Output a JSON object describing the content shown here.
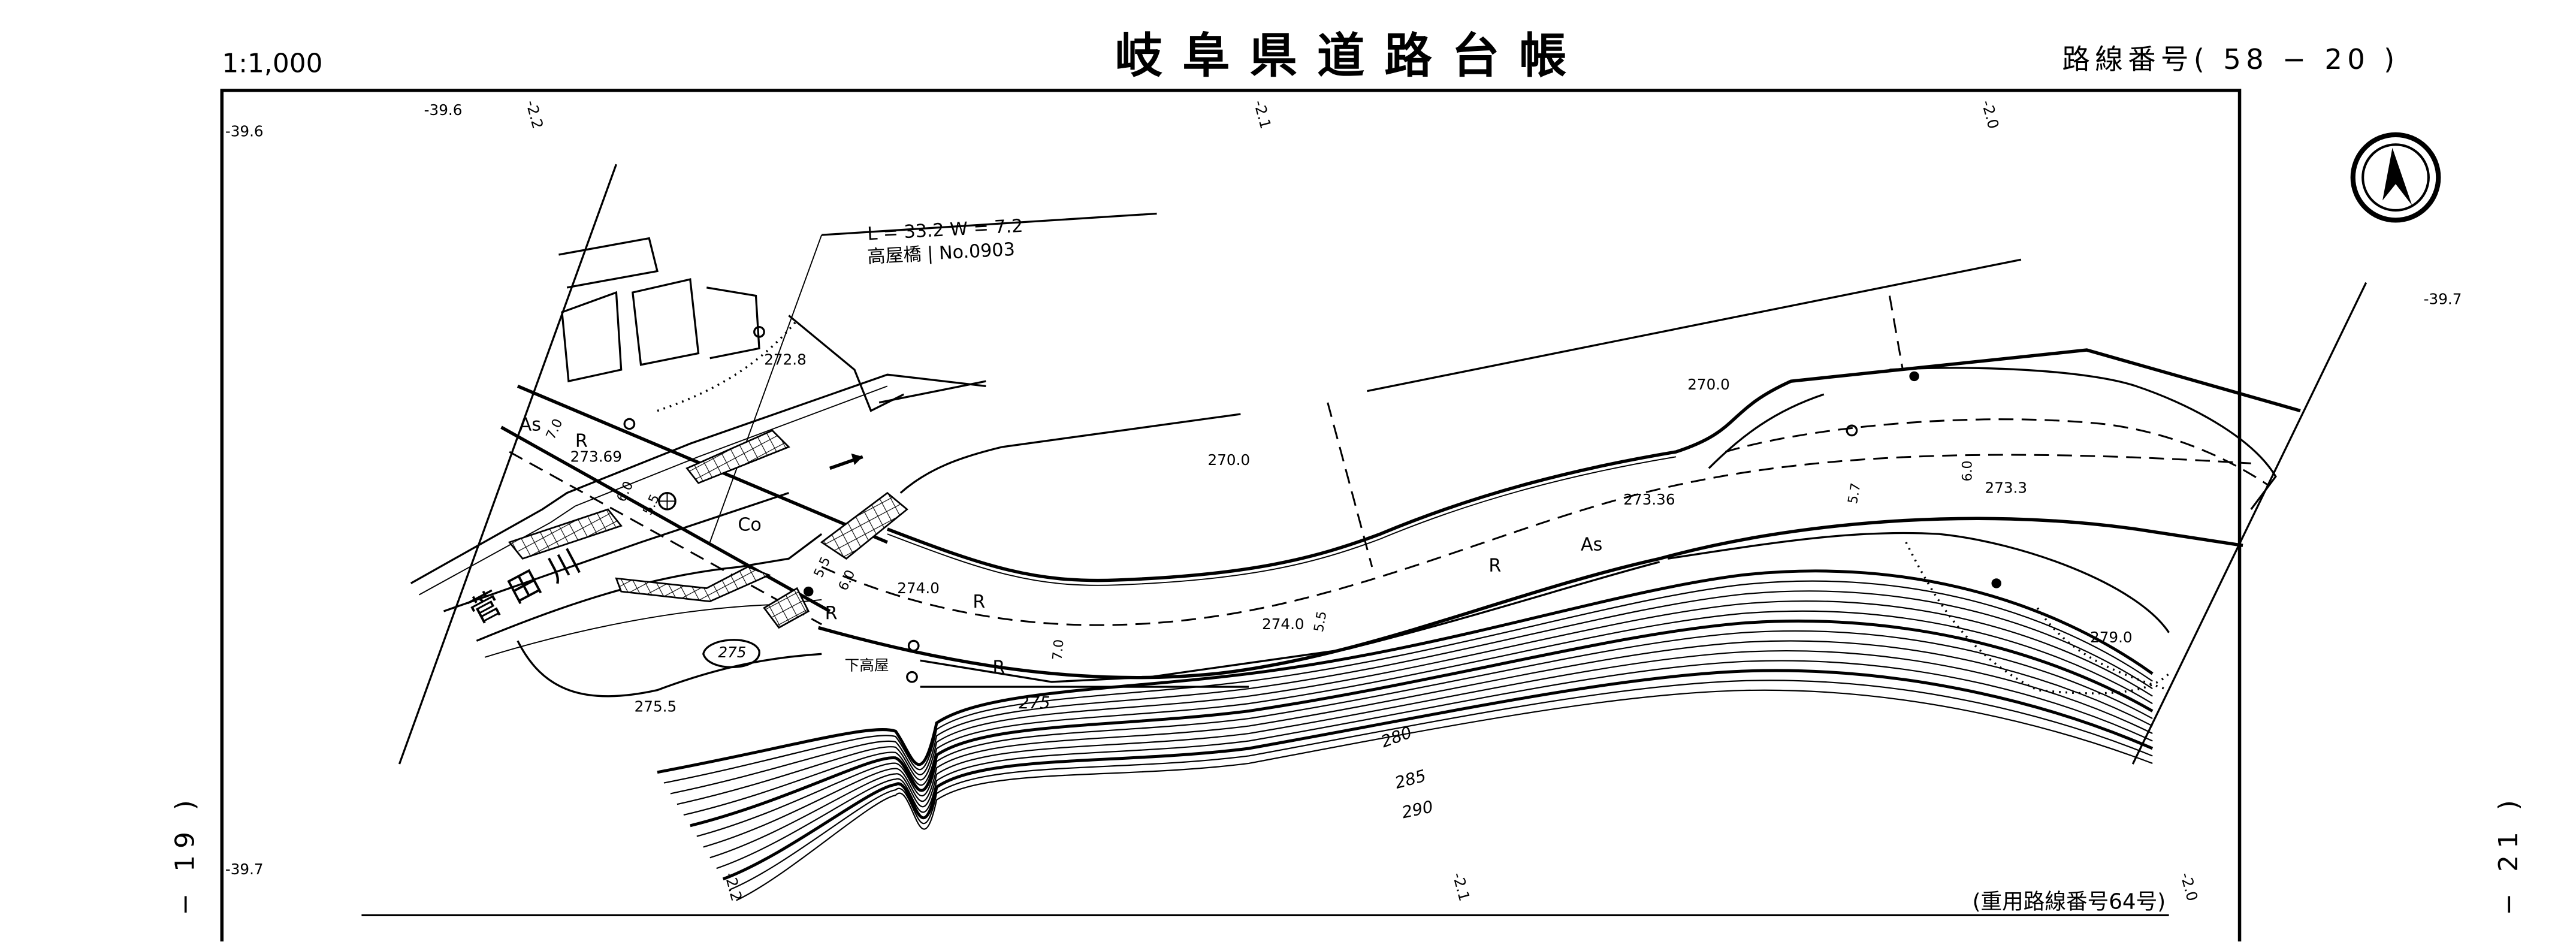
{
  "header": {
    "scale": "1:1,000",
    "title": "岐阜県道路台帳",
    "route_number": "路線番号( 58 − 20 )"
  },
  "footer": {
    "note": "(重用路線番号64号)"
  },
  "side_labels": {
    "left": "− 19 )",
    "right": "− 21 )"
  },
  "grid_labels": {
    "top_left_a": "-39.6",
    "top_left_b": "-39.6",
    "top_2_2": "-2.2",
    "top_2_1": "-2.1",
    "top_2_0": "-2.0",
    "right_39_7": "-39.7",
    "left_39_7": "-39.7",
    "bottom_2_2": "-2.2",
    "bottom_2_1": "-2.1",
    "bottom_2_0": "-2.0"
  },
  "bridge": {
    "dimensions": "L = 33.2   W = 7.2",
    "name": "高屋橋  |  No.0903"
  },
  "place_labels": {
    "river": "菅田川",
    "village": "下高屋"
  },
  "surface_labels": {
    "as_1": "As",
    "as_2": "As",
    "co": "Co",
    "r_1": "R",
    "r_2": "R",
    "r_3": "R",
    "r_4": "R",
    "r_5": "R"
  },
  "spot_heights": {
    "h1": "272.8",
    "h2": "270.0",
    "h3": "270.0",
    "h4": "273.69",
    "h5": "273.36",
    "h6": "273.3",
    "h7": "279.0",
    "h8": "274.0",
    "h9": "274.0",
    "h10": "275.5",
    "h11": "275"
  },
  "road_widths": {
    "w1": "7.0",
    "w2": "6.0",
    "w3": "5.5",
    "w4": "5.5",
    "w5": "6.0",
    "w6": "7.0",
    "w7": "5.5",
    "w8": "5.7",
    "w9": "6.0"
  },
  "contour_labels": {
    "c275": "275",
    "c280": "280",
    "c285": "285",
    "c290": "290"
  },
  "icons": {
    "north_arrow": "north-arrow-icon"
  }
}
